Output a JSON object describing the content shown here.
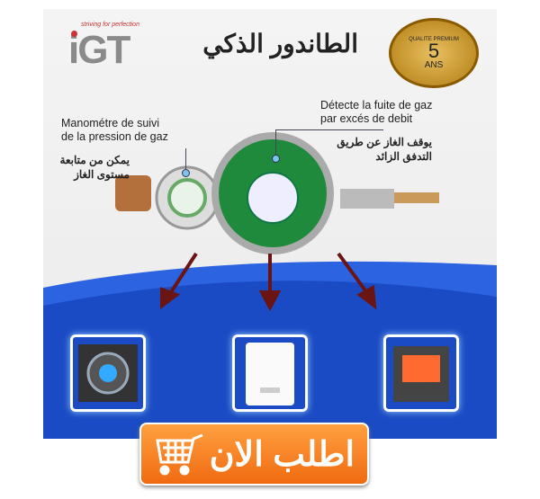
{
  "brand": {
    "name": "iGT",
    "tagline": "striving for perfection"
  },
  "title": "الطاندور الذكي",
  "seal": {
    "number": "5",
    "unit": "ANS",
    "ring_text": "QUALITE PREMIUM"
  },
  "manometer": {
    "fr_line1": "Manométre de suivi",
    "fr_line2": "de la pression de gaz",
    "ar_line1": "يمكن من متابعة",
    "ar_line2": "مستوى الغاز"
  },
  "leak": {
    "fr_line1": "Détecte la fuite de gaz",
    "fr_line2": "par excés de debit",
    "ar_line1": "يوقف الغاز عن طريق",
    "ar_line2": "التدفق الزائد"
  },
  "appliances": [
    "gas-stove",
    "water-heater",
    "gas-heater"
  ],
  "cta": {
    "label": "اطلب الان",
    "icon": "shopping-cart-icon"
  },
  "colors": {
    "blue": "#1a4bc4",
    "orange": "#f47a1c",
    "green": "#1f8a3c",
    "arrow": "#6a1414"
  }
}
